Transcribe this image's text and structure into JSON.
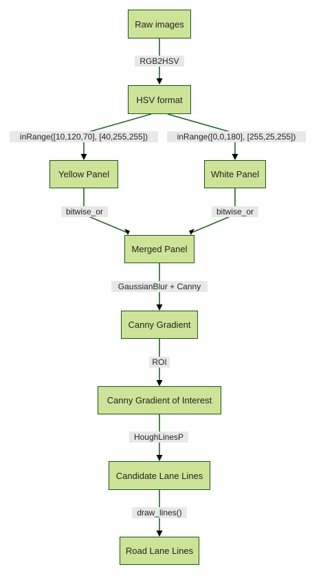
{
  "colors": {
    "node_fill": "#cde498",
    "node_border": "#13540c",
    "edge_stroke": "#1b6b1b",
    "label_bg": "#e8e8e8"
  },
  "nodes": {
    "raw_images": "Raw images",
    "hsv_format": "HSV format",
    "yellow_panel": "Yellow Panel",
    "white_panel": "White Panel",
    "merged_panel": "Merged Panel",
    "canny_gradient": "Canny Gradient",
    "canny_gradient_roi": "Canny Gradient of Interest",
    "candidate_lane_lines": "Candidate Lane Lines",
    "road_lane_lines": "Road Lane Lines"
  },
  "edges": {
    "rgb2hsv": "RGB2HSV",
    "inrange_yellow": "inRange([10,120,70], [40,255,255])",
    "inrange_white": "inRange([0,0,180], [255,25,255])",
    "bitwise_or_yellow": "bitwise_or",
    "bitwise_or_white": "bitwise_or",
    "gaussian_canny": "GaussianBlur + Canny",
    "roi": "ROI",
    "houghlinesp": "HoughLinesP",
    "draw_lines": "draw_lines()"
  }
}
